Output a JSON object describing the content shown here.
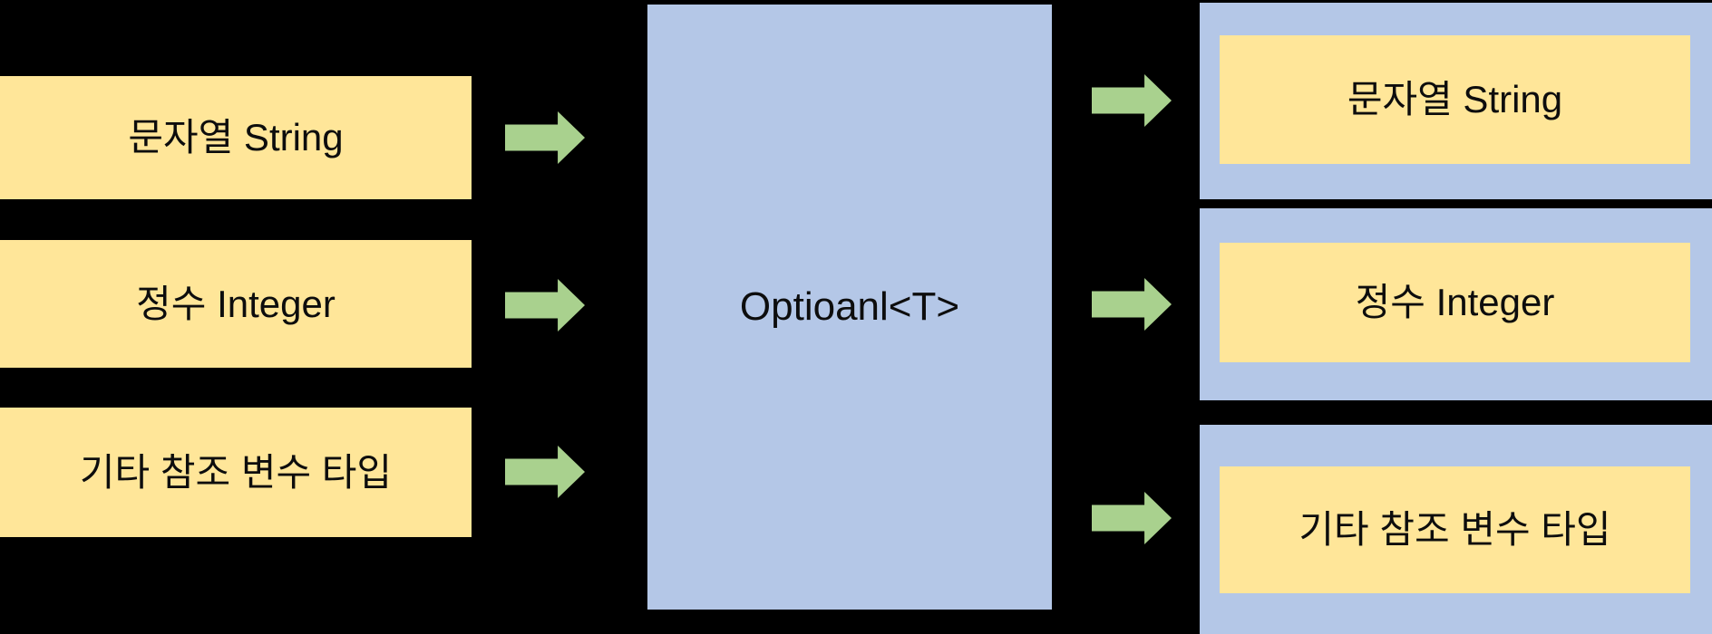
{
  "diagram": {
    "title": "Optional wrapping diagram",
    "colors": {
      "background": "#000000",
      "input_box": "#FFE699",
      "optional_box": "#B4C7E7",
      "output_container": "#B4C7E7",
      "output_inner_box": "#FFE699",
      "arrow": "#A9D18E",
      "text": "#0d0d0d"
    },
    "left_inputs": [
      {
        "label": "문자열 String"
      },
      {
        "label": "정수 Integer"
      },
      {
        "label": "기타 참조 변수 타입"
      }
    ],
    "center": {
      "label": "Optioanl<T>"
    },
    "right_outputs": [
      {
        "label": "문자열 String"
      },
      {
        "label": "정수 Integer"
      },
      {
        "label": "기타 참조 변수 타입"
      }
    ],
    "arrows": {
      "direction": "right",
      "left_count": 3,
      "right_count": 3
    }
  }
}
